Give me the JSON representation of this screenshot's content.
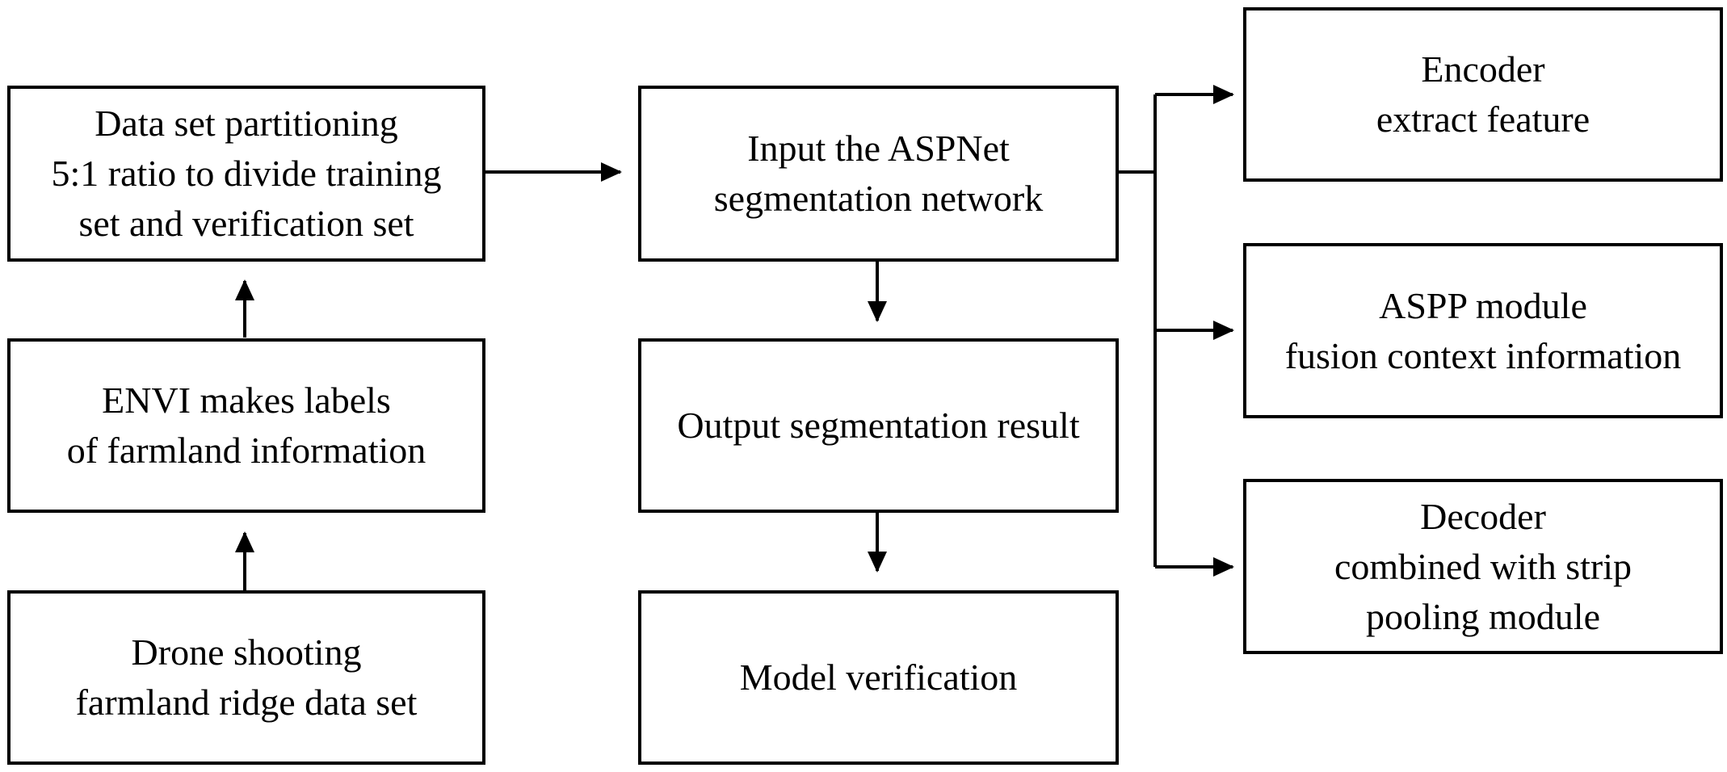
{
  "nodes": {
    "partition": {
      "lines": [
        "Data set partitioning",
        "5:1 ratio to divide training",
        "set and verification set"
      ]
    },
    "envi": {
      "lines": [
        "ENVI makes labels",
        "of farmland information"
      ]
    },
    "drone": {
      "lines": [
        "Drone shooting",
        "farmland ridge data set"
      ]
    },
    "aspnet": {
      "lines": [
        "Input the ASPNet",
        "segmentation network"
      ]
    },
    "output": {
      "lines": [
        "Output segmentation result"
      ]
    },
    "verify": {
      "lines": [
        "Model verification"
      ]
    },
    "encoder": {
      "lines": [
        "Encoder",
        "extract feature"
      ]
    },
    "aspp": {
      "lines": [
        "ASPP module",
        "fusion context information"
      ]
    },
    "decoder": {
      "lines": [
        "Decoder",
        "combined with strip",
        "pooling module"
      ]
    }
  },
  "edges": [
    {
      "from": "drone",
      "to": "envi"
    },
    {
      "from": "envi",
      "to": "partition"
    },
    {
      "from": "partition",
      "to": "aspnet"
    },
    {
      "from": "aspnet",
      "to": "output"
    },
    {
      "from": "output",
      "to": "verify"
    },
    {
      "from": "aspnet",
      "to": "encoder"
    },
    {
      "from": "aspnet",
      "to": "aspp"
    },
    {
      "from": "aspnet",
      "to": "decoder"
    }
  ],
  "colors": {
    "stroke": "#000000",
    "background": "#ffffff"
  }
}
